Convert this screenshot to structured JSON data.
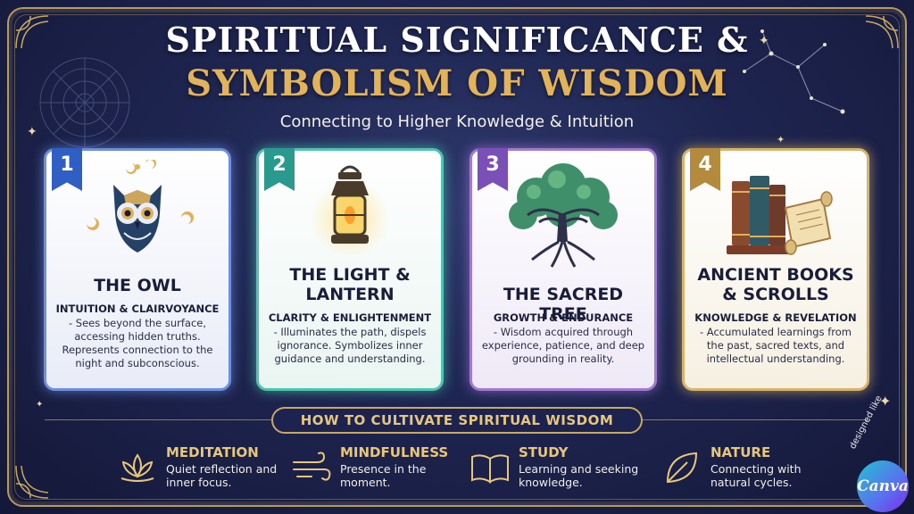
{
  "header": {
    "title_line1": "SPIRITUAL SIGNIFICANCE &",
    "title_line2": "SYMBOLISM OF WISDOM",
    "subtitle": "Connecting to Higher Knowledge & Intuition"
  },
  "cards": [
    {
      "number": "1",
      "icon": "owl-icon",
      "title": "THE OWL",
      "subtitle": "INTUITION & CLAIRVOYANCE",
      "description": "- Sees beyond the surface, accessing hidden truths. Represents connection to the night and subconscious.",
      "accent": "#2f5fc4"
    },
    {
      "number": "2",
      "icon": "lantern-icon",
      "title": "THE LIGHT & LANTERN",
      "subtitle": "CLARITY & ENLIGHTENMENT",
      "description": "- Illuminates the path, dispels ignorance. Symbolizes inner guidance and understanding.",
      "accent": "#2a9a8e"
    },
    {
      "number": "3",
      "icon": "tree-icon",
      "title": "THE SACRED TREE",
      "subtitle": "GROWTH & ENDURANCE",
      "description": "- Wisdom acquired through experience, patience, and deep grounding in reality.",
      "accent": "#7a4fb8"
    },
    {
      "number": "4",
      "icon": "books-scroll-icon",
      "title": "ANCIENT BOOKS & SCROLLS",
      "subtitle": "KNOWLEDGE & REVELATION",
      "description": "- Accumulated learnings from the past, sacred texts, and intellectual understanding.",
      "accent": "#b48a3c"
    }
  ],
  "cultivate": {
    "heading": "HOW TO CULTIVATE SPIRITUAL WISDOM",
    "practices": [
      {
        "icon": "lotus-icon",
        "name": "MEDITATION",
        "description": "Quiet reflection and inner focus."
      },
      {
        "icon": "wind-icon",
        "name": "MINDFULNESS",
        "description": "Presence in the moment."
      },
      {
        "icon": "open-book-icon",
        "name": "STUDY",
        "description": "Learning and seeking knowledge."
      },
      {
        "icon": "leaf-icon",
        "name": "NATURE",
        "description": "Connecting with natural cycles."
      }
    ]
  },
  "branding": {
    "designed_text": "designed like",
    "logo": "Canva"
  },
  "colors": {
    "background": "#1e2550",
    "gold": "#e3b35a"
  }
}
